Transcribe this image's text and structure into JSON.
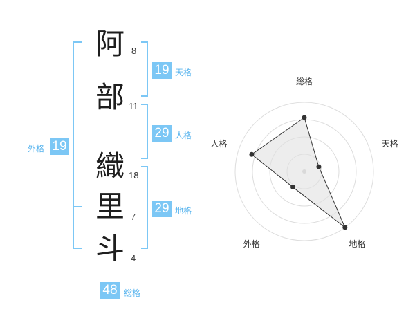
{
  "name": {
    "chars": [
      {
        "char": "阿",
        "strokes": "8"
      },
      {
        "char": "部",
        "strokes": "11"
      },
      {
        "char": "織",
        "strokes": "18"
      },
      {
        "char": "里",
        "strokes": "7"
      },
      {
        "char": "斗",
        "strokes": "4"
      }
    ]
  },
  "kaku": {
    "tenkaku": {
      "value": "19",
      "label": "天格"
    },
    "jinkaku": {
      "value": "29",
      "label": "人格"
    },
    "chikaku": {
      "value": "29",
      "label": "地格"
    },
    "gaikaku": {
      "value": "19",
      "label": "外格"
    },
    "soukaku": {
      "value": "48",
      "label": "総格"
    }
  },
  "colors": {
    "accent": "#7cc7f5",
    "accent_text": "#58b4ee",
    "kanji": "#1e1e1e"
  },
  "chart_data": {
    "type": "radar",
    "axes": [
      "総格",
      "天格",
      "地格",
      "外格",
      "人格"
    ],
    "values": [
      0.78,
      0.22,
      1.0,
      0.28,
      0.8
    ],
    "rings": 4,
    "max": 1
  }
}
